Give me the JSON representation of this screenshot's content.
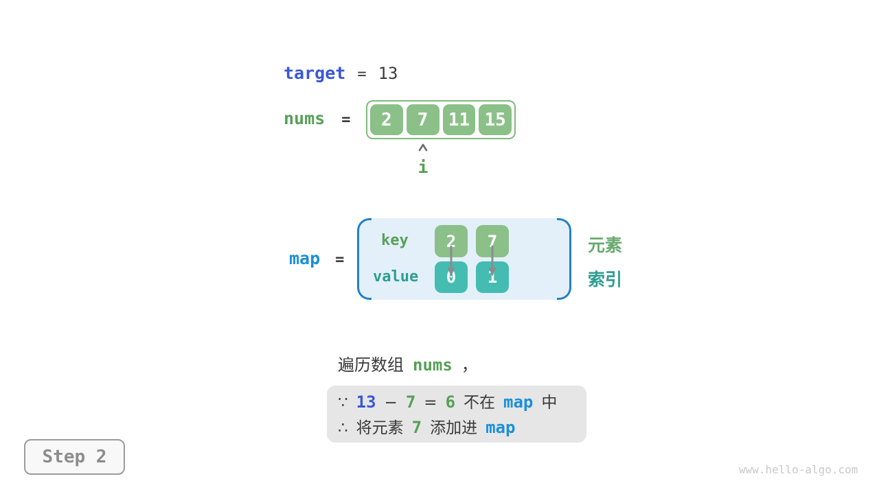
{
  "colors": {
    "indigo": "#3a57d7",
    "cyan": "#1b90d8",
    "green-text": "#57a057",
    "green-label": "#68aa6e",
    "teal-text": "#2e9d92",
    "green-cell": "#8bc088",
    "green-border": "#7eba7b",
    "teal-cell": "#45bcb1",
    "map-bg": "#e3f0fa",
    "bracket-blue": "#2380c6",
    "dark": "#3a3a3a",
    "gray-box": "#e6e6e6",
    "arrow-gray": "#8c8c8c",
    "step-text": "#8d8d8d",
    "step-border": "#9b9b9b",
    "watermark": "#c9c9c9"
  },
  "target_line": {
    "label": "target",
    "eq": "=",
    "value": "13"
  },
  "nums_line": {
    "label": "nums",
    "eq": "=",
    "cells": [
      "2",
      "7",
      "11",
      "15"
    ],
    "pointer": "i"
  },
  "map_section": {
    "label": "map",
    "eq": "=",
    "key_label": "key",
    "value_label": "value",
    "keys": [
      "2",
      "7"
    ],
    "values": [
      "0",
      "1"
    ],
    "element_label": "元素",
    "index_label": "索引"
  },
  "caption": {
    "prefix": "遍历数组",
    "code": "nums",
    "comma": "，"
  },
  "note": {
    "because": "∵",
    "therefore": "∴",
    "l1_minuend": "13",
    "l1_minus": "−",
    "l1_subtrahend": "7",
    "l1_eq": "=",
    "l1_diff": "6",
    "l1_not_in": "不在",
    "l1_map": "map",
    "l1_in": "中",
    "l2_text": "将元素",
    "l2_num": "7",
    "l2_add": "添加进",
    "l2_map": "map"
  },
  "step": {
    "label": "Step 2"
  },
  "watermark": "www.hello-algo.com"
}
